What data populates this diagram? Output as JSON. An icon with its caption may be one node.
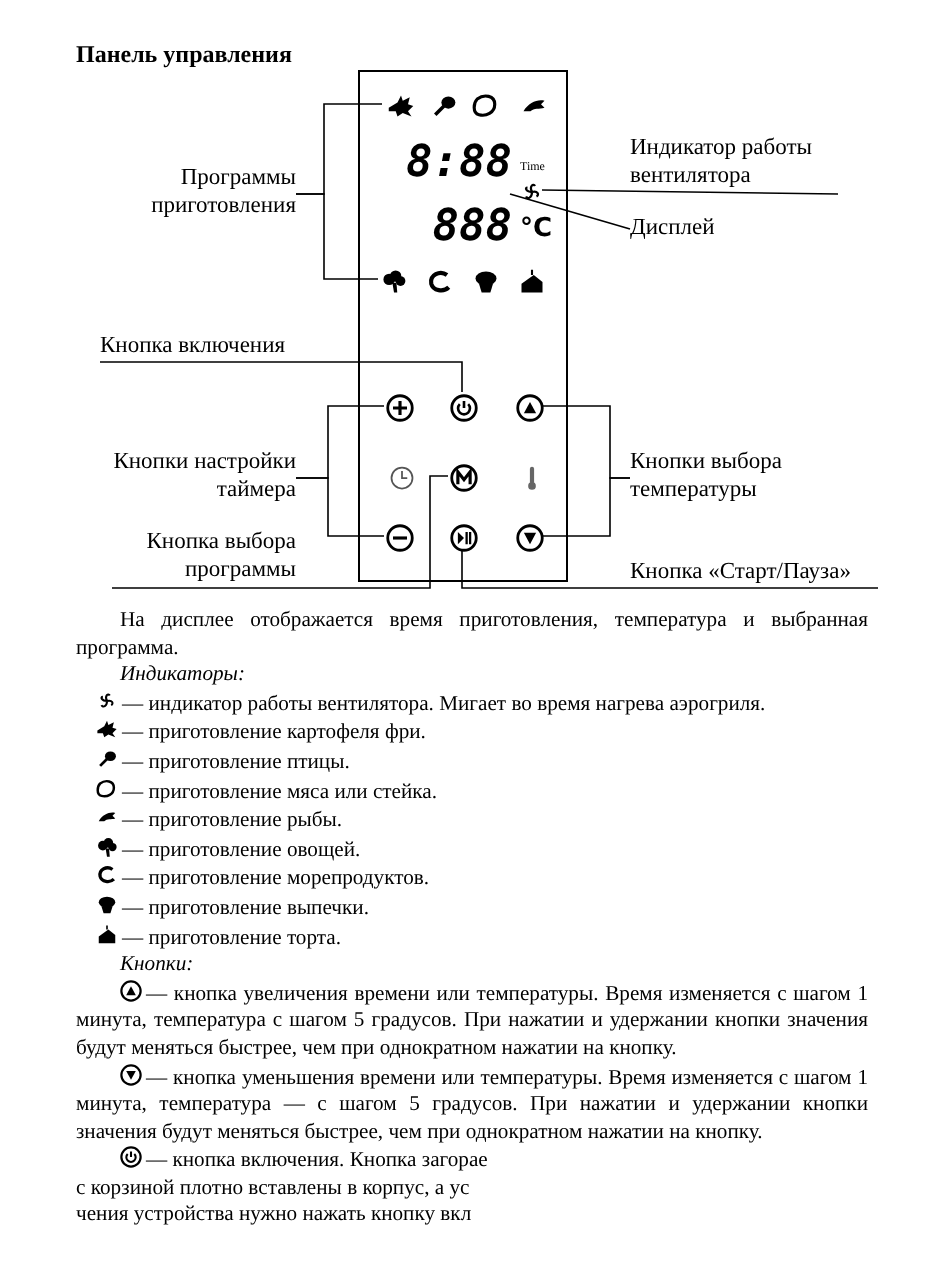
{
  "diagram": {
    "title": "Панель управления",
    "nodes": [
      {
        "text": [],
        "shape": "box"
      },
      {
        "text": [
          "Программы приготовления"
        ]
      },
      {
        "text": [],
        "shape": "picture",
        "in": 0
      },
      {
        "text": [],
        "shape": "picture",
        "in": 0
      },
      {
        "text": [
          "8:88",
          "888"
        ],
        "in": 0
      },
      {
        "text": [
          "Индикатор работы вентилятора"
        ]
      },
      {
        "text": [],
        "shape": "picture",
        "in": 0
      },
      {
        "text": [
          "Дисплей"
        ]
      },
      {
        "text": [
          "Кнопка включения"
        ]
      },
      {
        "text": [],
        "shape": "circle",
        "in": 0
      },
      {
        "text": [
          "Кнопки настройки таймера"
        ]
      },
      {
        "text": [],
        "shape": "circle",
        "in": 0
      },
      {
        "text": [],
        "shape": "circle",
        "in": 0
      },
      {
        "text": [
          "Кнопка выбора программы"
        ]
      },
      {
        "text": [],
        "shape": "circle",
        "in": 0
      },
      {
        "text": [
          "Кнопки выбора температуры"
        ]
      },
      {
        "text": [],
        "shape": "circle",
        "in": 0
      },
      {
        "text": [],
        "shape": "circle",
        "in": 0
      },
      {
        "text": [
          "Кнопка «Старт/Пауза»"
        ]
      },
      {
        "text": [],
        "shape": "circle",
        "in": 0
      }
    ],
    "edges": [
      {
        "from": 1,
        "to": 2,
        "arrow": "none"
      },
      {
        "from": 1,
        "to": 3,
        "arrow": "none"
      },
      {
        "from": 5,
        "to": 6,
        "arrow": "none"
      },
      {
        "from": 7,
        "to": 4,
        "arrow": "none"
      },
      {
        "from": 8,
        "to": 9,
        "arrow": "none"
      },
      {
        "from": 10,
        "to": 11,
        "arrow": "none"
      },
      {
        "from": 10,
        "to": 12,
        "arrow": "none"
      },
      {
        "from": 13,
        "to": 14,
        "arrow": "none"
      },
      {
        "from": 15,
        "to": 16,
        "arrow": "none"
      },
      {
        "from": 15,
        "to": 17,
        "arrow": "none"
      },
      {
        "from": 18,
        "to": 19,
        "arrow": "none"
      }
    ],
    "labels": [
      "Time",
      "°C",
      "На дисплее отображается время приготовления, температура и выбранная программа.",
      "Индикаторы:",
      "— индикатор работы вентилятора. Мигает во время нагрева аэрогриля.",
      "— приготовление картофеля фри.",
      "— приготовление птицы.",
      "— приготовление мяса или стейка.",
      "— приготовление рыбы.",
      "— приготовление овощей.",
      "— приготовление морепродуктов.",
      "— приготовление выпечки.",
      "— приготовление торта.",
      "Кнопки:",
      "— кнопка увеличения времени или температуры. Время изменяется с шагом 1 минута, температура с шагом 5 градусов. При нажатии и удержании кнопки значения будут меняться быстрее, чем при однократном нажатии на кнопку.",
      "— кнопка уменьшения времени или температуры. Время изменяется с шагом 1 минута, температура — с шагом 5 градусов. При нажатии и удержании кнопки значения будут меняться быстрее, чем при однократном нажатии на кнопку.",
      "— кнопка включения. Кнопка загорае",
      "с корзиной плотно вставлены в корпус, а ус",
      "чения устройства нужно нажать кнопку вкл"
    ]
  }
}
